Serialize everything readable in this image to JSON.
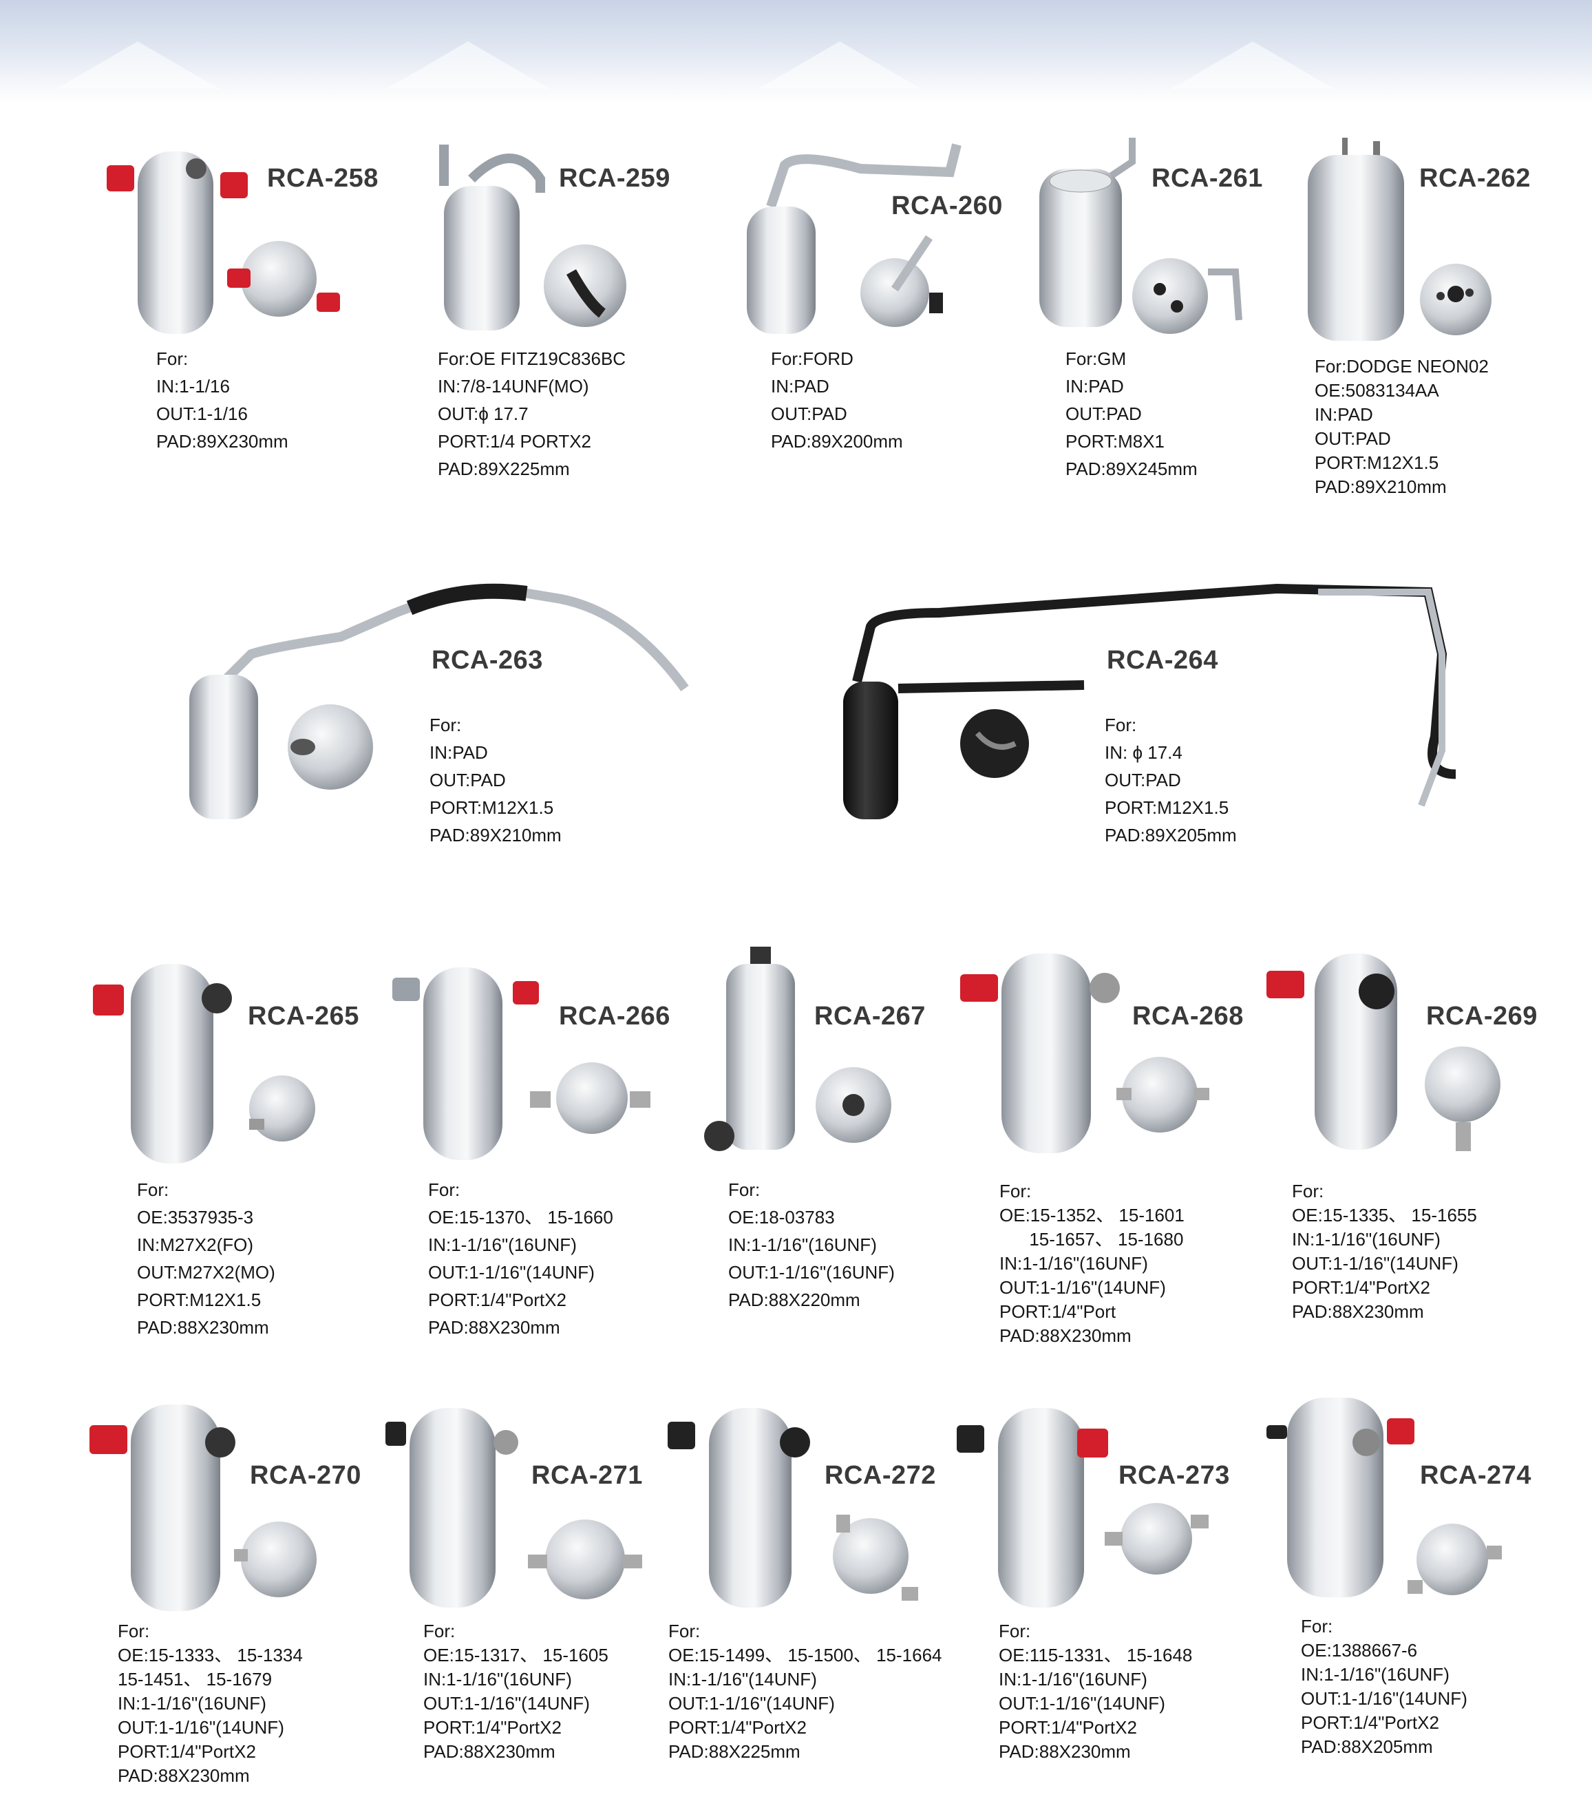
{
  "products": [
    {
      "id": "rca-258",
      "code": "RCA-258",
      "lines": [
        "For:",
        "IN:1-1/16",
        "OUT:1-1/16",
        "PAD:89X230mm"
      ]
    },
    {
      "id": "rca-259",
      "code": "RCA-259",
      "lines": [
        "For:OE FITZ19C836BC",
        "IN:7/8-14UNF(MO)",
        "OUT:ϕ 17.7",
        "PORT:1/4 PORTX2",
        "PAD:89X225mm"
      ]
    },
    {
      "id": "rca-260",
      "code": "RCA-260",
      "lines": [
        "For:FORD",
        "IN:PAD",
        "OUT:PAD",
        "PAD:89X200mm"
      ]
    },
    {
      "id": "rca-261",
      "code": "RCA-261",
      "lines": [
        "For:GM",
        "IN:PAD",
        "OUT:PAD",
        "PORT:M8X1",
        "PAD:89X245mm"
      ]
    },
    {
      "id": "rca-262",
      "code": "RCA-262",
      "lines": [
        "For:DODGE NEON02",
        "OE:5083134AA",
        "IN:PAD",
        "OUT:PAD",
        "PORT:M12X1.5",
        "PAD:89X210mm"
      ]
    },
    {
      "id": "rca-263",
      "code": "RCA-263",
      "lines": [
        "For:",
        "IN:PAD",
        "OUT:PAD",
        "PORT:M12X1.5",
        "PAD:89X210mm"
      ]
    },
    {
      "id": "rca-264",
      "code": "RCA-264",
      "lines": [
        "For:",
        "IN: ϕ 17.4",
        "OUT:PAD",
        "PORT:M12X1.5",
        "PAD:89X205mm"
      ]
    },
    {
      "id": "rca-265",
      "code": "RCA-265",
      "lines": [
        "For:",
        "OE:3537935-3",
        "IN:M27X2(FO)",
        "OUT:M27X2(MO)",
        "PORT:M12X1.5",
        "PAD:88X230mm"
      ]
    },
    {
      "id": "rca-266",
      "code": "RCA-266",
      "lines": [
        "For:",
        "OE:15-1370、 15-1660",
        "IN:1-1/16\"(16UNF)",
        "OUT:1-1/16\"(14UNF)",
        "PORT:1/4\"PortX2",
        "PAD:88X230mm"
      ]
    },
    {
      "id": "rca-267",
      "code": "RCA-267",
      "lines": [
        "For:",
        "OE:18-03783",
        "IN:1-1/16\"(16UNF)",
        "OUT:1-1/16\"(16UNF)",
        "PAD:88X220mm"
      ]
    },
    {
      "id": "rca-268",
      "code": "RCA-268",
      "lines": [
        "For:",
        "OE:15-1352、 15-1601",
        "      15-1657、 15-1680",
        "IN:1-1/16\"(16UNF)",
        "OUT:1-1/16\"(14UNF)",
        "PORT:1/4\"Port",
        "PAD:88X230mm"
      ]
    },
    {
      "id": "rca-269",
      "code": "RCA-269",
      "lines": [
        "For:",
        "OE:15-1335、 15-1655",
        "IN:1-1/16\"(16UNF)",
        "OUT:1-1/16\"(14UNF)",
        "PORT:1/4\"PortX2",
        "PAD:88X230mm"
      ]
    },
    {
      "id": "rca-270",
      "code": "RCA-270",
      "lines": [
        "For:",
        "OE:15-1333、 15-1334",
        "15-1451、 15-1679",
        "IN:1-1/16\"(16UNF)",
        "OUT:1-1/16\"(14UNF)",
        "PORT:1/4\"PortX2",
        "PAD:88X230mm"
      ]
    },
    {
      "id": "rca-271",
      "code": "RCA-271",
      "lines": [
        "For:",
        "OE:15-1317、 15-1605",
        "IN:1-1/16\"(16UNF)",
        "OUT:1-1/16\"(14UNF)",
        "PORT:1/4\"PortX2",
        "PAD:88X230mm"
      ]
    },
    {
      "id": "rca-272",
      "code": "RCA-272",
      "lines": [
        "For:",
        "OE:15-1499、 15-1500、 15-1664",
        "IN:1-1/16\"(14UNF)",
        "OUT:1-1/16\"(14UNF)",
        "PORT:1/4\"PortX2",
        "PAD:88X225mm"
      ]
    },
    {
      "id": "rca-273",
      "code": "RCA-273",
      "lines": [
        "For:",
        "OE:115-1331、 15-1648",
        "IN:1-1/16\"(16UNF)",
        "OUT:1-1/16\"(14UNF)",
        "PORT:1/4\"PortX2",
        "PAD:88X230mm"
      ]
    },
    {
      "id": "rca-274",
      "code": "RCA-274",
      "lines": [
        "For:",
        "OE:1388667-6",
        "IN:1-1/16\"(16UNF)",
        "OUT:1-1/16\"(14UNF)",
        "PORT:1/4\"PortX2",
        "PAD:88X205mm"
      ]
    }
  ],
  "colors": {
    "cap_red": "#d21f2b",
    "metal": "#c4c8ce",
    "hose": "#1c1c1c"
  }
}
